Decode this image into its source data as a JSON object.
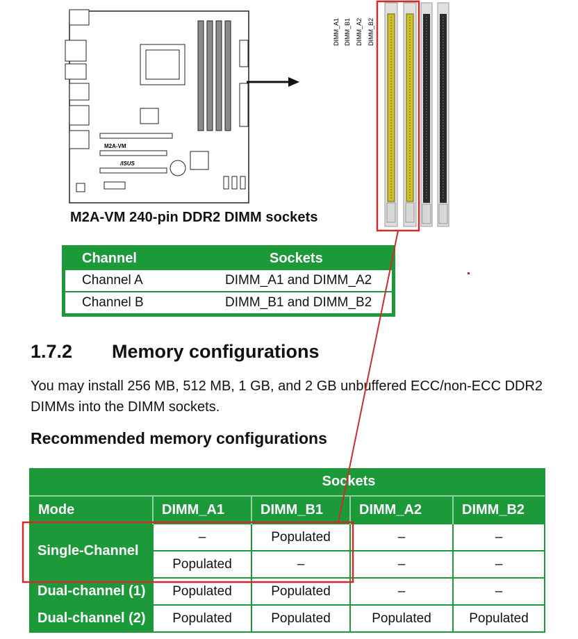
{
  "figure": {
    "board_label": "M2A-VM",
    "board_logo": "/ISUS",
    "caption": "M2A-VM 240-pin DDR2 DIMM sockets",
    "dimm_labels": [
      "DIMM_A1",
      "DIMM_B1",
      "DIMM_A2",
      "DIMM_B2"
    ],
    "colors": {
      "slot_yellow": "#cfc02a",
      "slot_black": "#2a2a2a",
      "highlight": "#d02a2a"
    }
  },
  "channel_table": {
    "headers": [
      "Channel",
      "Sockets"
    ],
    "rows": [
      [
        "Channel A",
        "DIMM_A1 and DIMM_A2"
      ],
      [
        "Channel B",
        "DIMM_B1 and DIMM_B2"
      ]
    ]
  },
  "section": {
    "number": "1.7.2",
    "title": "Memory configurations",
    "body": "You may install 256 MB, 512 MB, 1 GB, and 2 GB unbuffered ECC/non-ECC DDR2 DIMMs into the DIMM sockets.",
    "subtitle": "Recommended memory configurations"
  },
  "mem_table": {
    "group_header": "Sockets",
    "mode_header": "Mode",
    "columns": [
      "DIMM_A1",
      "DIMM_B1",
      "DIMM_A2",
      "DIMM_B2"
    ],
    "single_channel_label": "Single-Channel",
    "rows": [
      {
        "mode": "Single-Channel",
        "cells": [
          "–",
          "Populated",
          "–",
          "–"
        ]
      },
      {
        "mode": "Single-Channel",
        "cells": [
          "Populated",
          "–",
          "–",
          "–"
        ]
      },
      {
        "mode": "Dual-channel (1)",
        "cells": [
          "Populated",
          "Populated",
          "–",
          "–"
        ]
      },
      {
        "mode": "Dual-channel (2)",
        "cells": [
          "Populated",
          "Populated",
          "Populated",
          "Populated"
        ]
      }
    ],
    "accent_color": "#1c9a3a"
  }
}
